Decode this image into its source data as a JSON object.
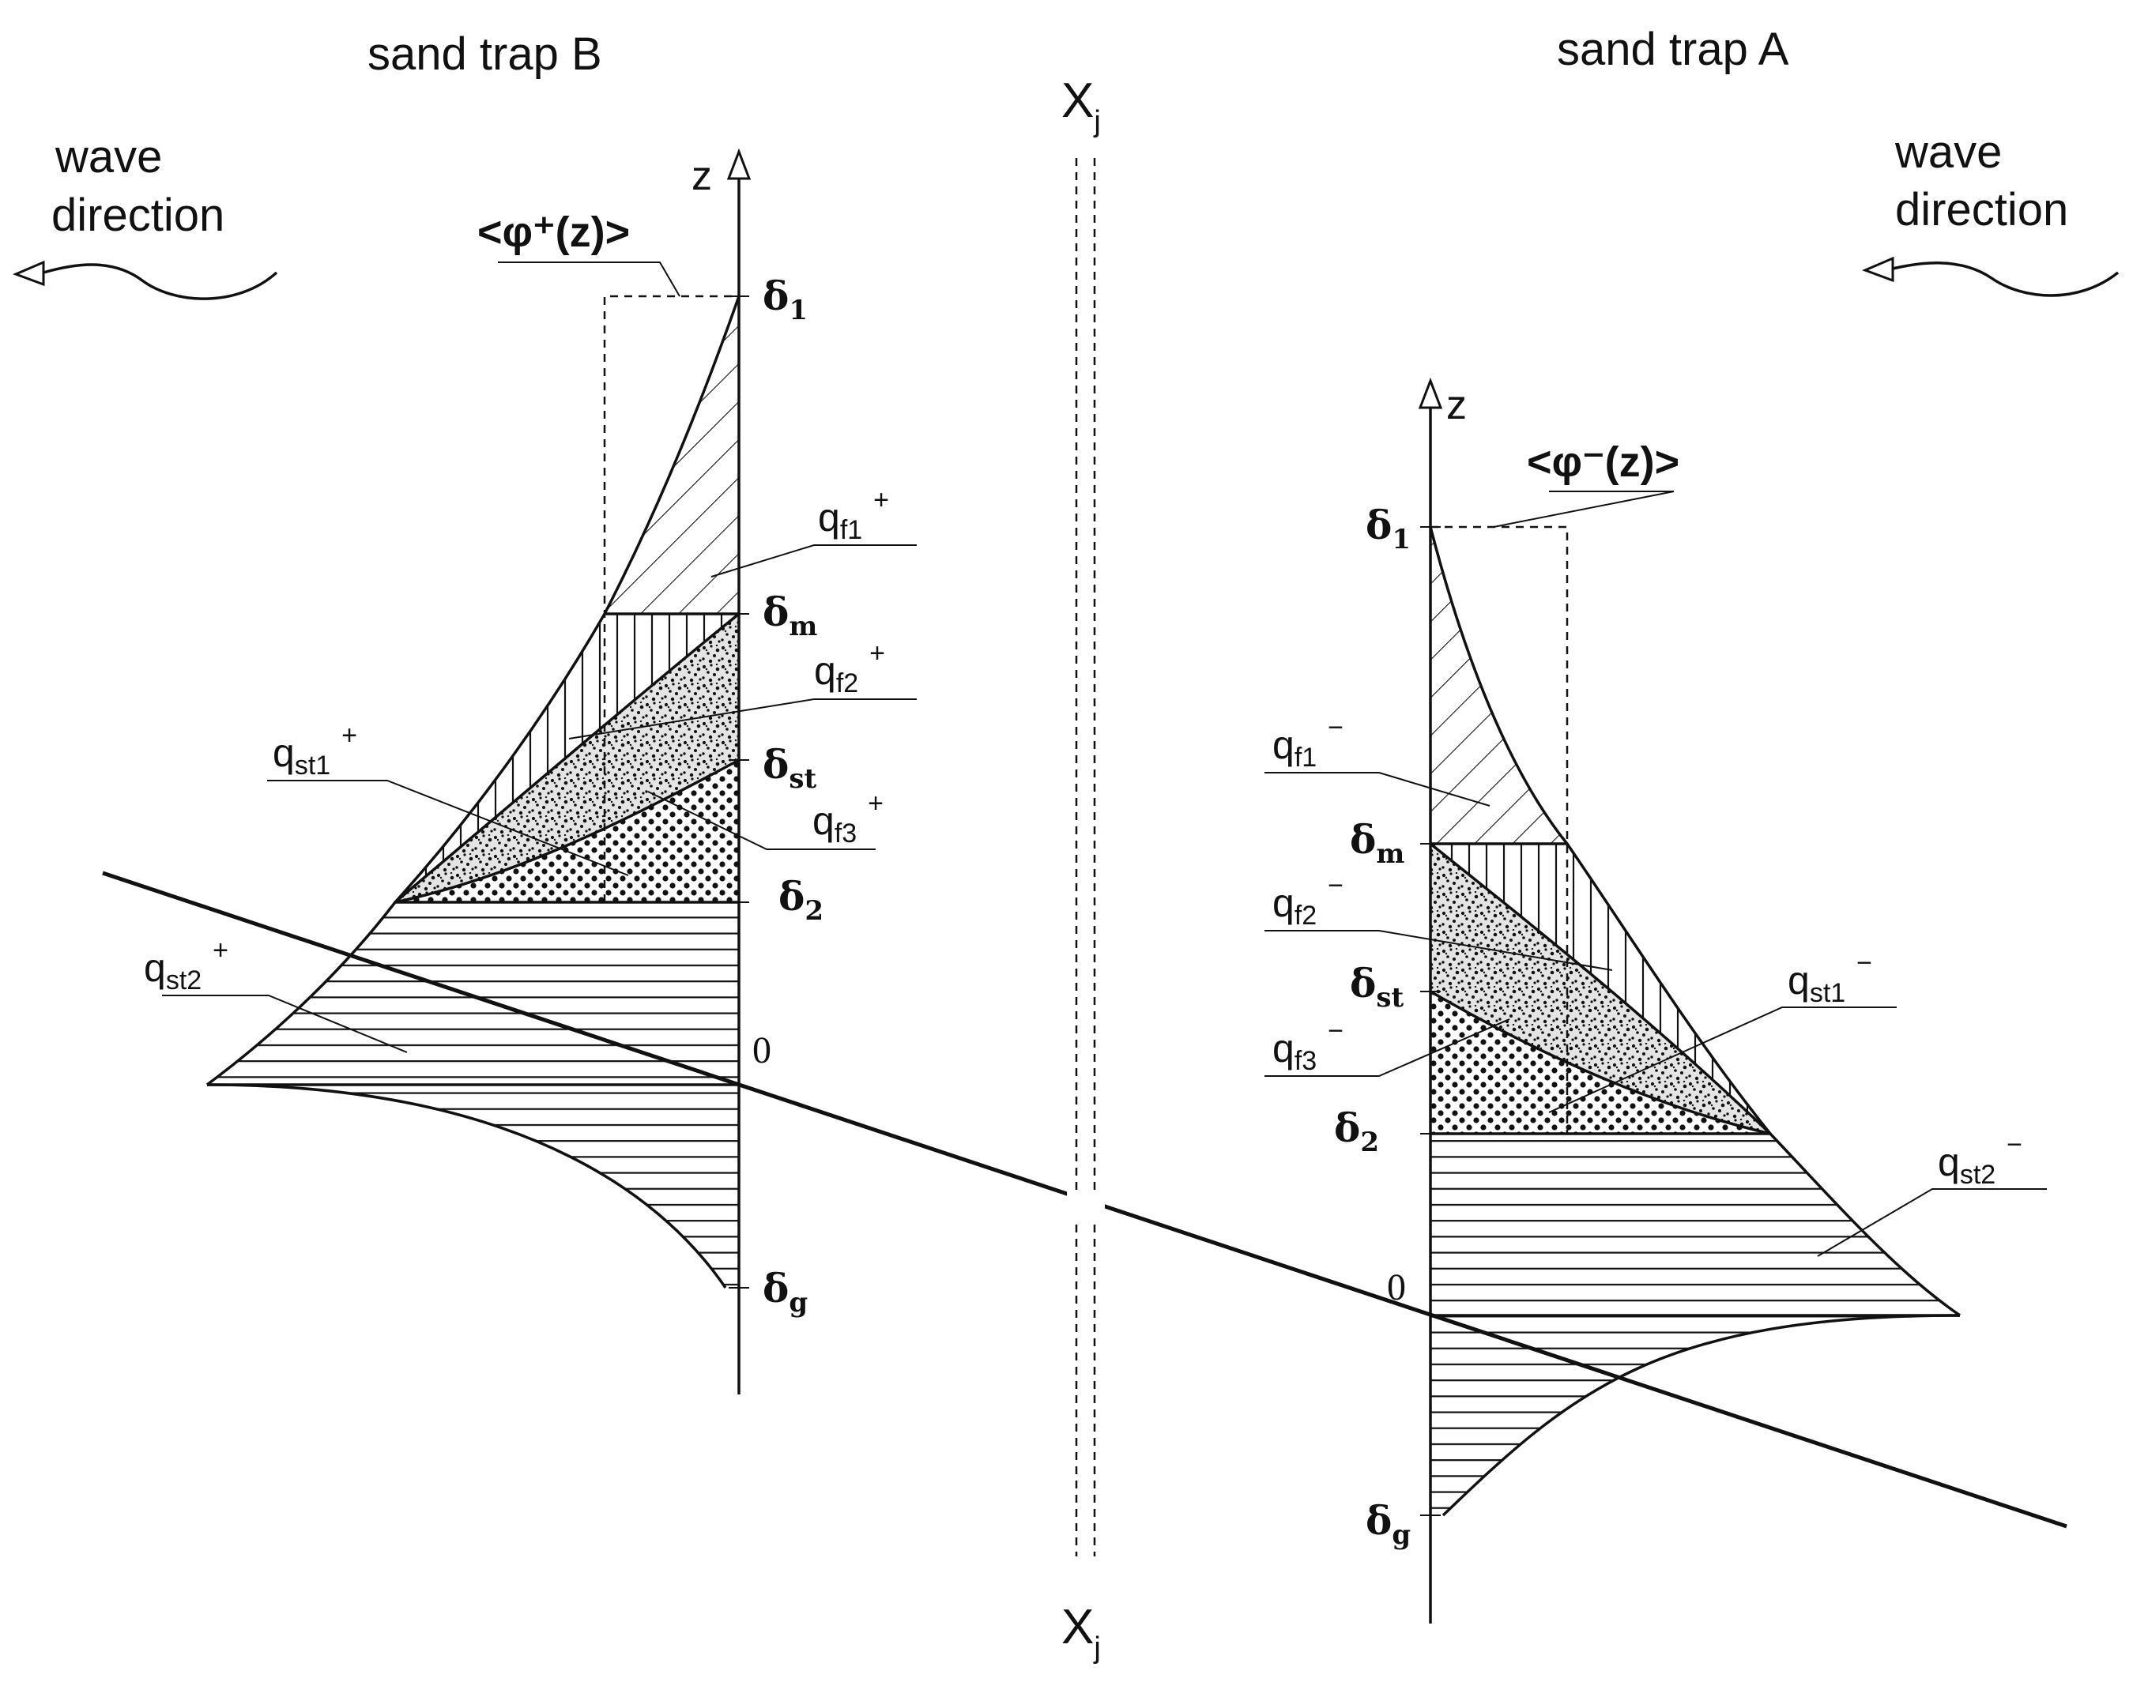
{
  "titles": {
    "trap_b": "sand trap B",
    "trap_a": "sand trap A"
  },
  "wave": {
    "left_line1": "wave",
    "left_line2": "direction",
    "right_line1": "wave",
    "right_line2": "direction"
  },
  "axis": {
    "z": "z",
    "section_main": "X",
    "section_sub": "j",
    "zero": "0"
  },
  "phi": {
    "left": "<φ⁺(z)>",
    "right": "<φ⁻(z)>"
  },
  "levels": {
    "d1": {
      "main": "δ",
      "sub": "1"
    },
    "dm": {
      "main": "δ",
      "sub": "m"
    },
    "dst": {
      "main": "δ",
      "sub": "st"
    },
    "d2": {
      "main": "δ",
      "sub": "2"
    },
    "dg": {
      "main": "δ",
      "sub": "g"
    }
  },
  "labels_b": {
    "qf1": {
      "main": "q",
      "sub": "f1",
      "sup": "+"
    },
    "qf2": {
      "main": "q",
      "sub": "f2",
      "sup": "+"
    },
    "qf3": {
      "main": "q",
      "sub": "f3",
      "sup": "+"
    },
    "qst1": {
      "main": "q",
      "sub": "st1",
      "sup": "+"
    },
    "qst2": {
      "main": "q",
      "sub": "st2",
      "sup": "+"
    }
  },
  "labels_a": {
    "qf1": {
      "main": "q",
      "sub": "f1",
      "sup": "−"
    },
    "qf2": {
      "main": "q",
      "sub": "f2",
      "sup": "−"
    },
    "qf3": {
      "main": "q",
      "sub": "f3",
      "sup": "−"
    },
    "qst1": {
      "main": "q",
      "sub": "st1",
      "sup": "−"
    },
    "qst2": {
      "main": "q",
      "sub": "st2",
      "sup": "−"
    }
  }
}
